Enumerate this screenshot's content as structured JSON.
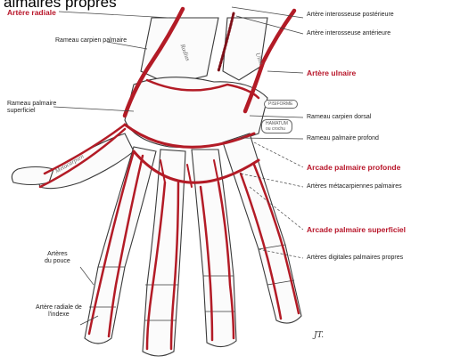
{
  "caption": "almaires propres",
  "labels": {
    "arter_radiale": "Artère radiale",
    "rameau_carpien_palmaire": "Rameau carpien palmaire",
    "rameau_palmaire_superficiel": "Rameau palmaire\nsuperficiel",
    "arteres_du_pouce": "Artères\ndu pouce",
    "artere_radiale_index": "Artère radiale de\nl'indexe",
    "interosseuse_posterieure": "Artère interosseuse postérieure",
    "interosseuse_anterieure": "Artère interosseuse antérieure",
    "artere_ulnaire": "Artère ulnaire",
    "rameau_carpien_dorsal": "Rameau carpien dorsal",
    "rameau_palmaire_profond": "Rameau palmaire profond",
    "arcade_profonde": "Arcade palmaire profonde",
    "metacarpiennes": "Artères métacarpiennes palmaires",
    "arcade_superficielle": "Arcade palmaire superficiel",
    "digitales": "Artères digitales palmaires propres"
  },
  "bone_labels": {
    "radius": "Radius",
    "ulna": "Ulna",
    "metacarpien": "Metacarpien"
  },
  "box_labels": {
    "pisiforme": "PISIFORME",
    "hamatum": "HAMATUM\nou crochu"
  },
  "signature": "JT.",
  "colors": {
    "artery": "#b31b26",
    "artery_dark": "#7d0f18",
    "bone_stroke": "#3a3a3a",
    "label_red": "#b8162a",
    "background": "#ffffff"
  }
}
